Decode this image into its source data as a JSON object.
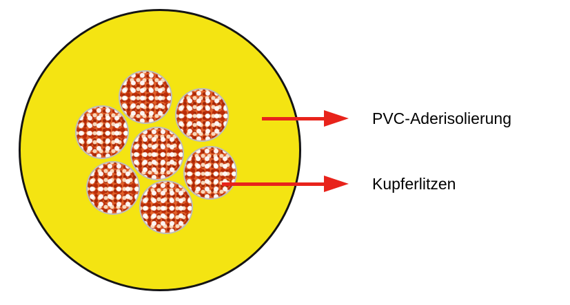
{
  "diagram": {
    "type": "wire-cross-section",
    "strand_count": 7,
    "annotations": [
      {
        "label": "PVC-Aderisolierung",
        "target": "pvc-insulation"
      },
      {
        "label": "Kupferlitzen",
        "target": "copper-strands"
      }
    ],
    "colors": {
      "insulation_yellow": "#f4e412",
      "copper_orange": "#e2602a",
      "arrow_red": "#e8231b",
      "outline_black": "#141414",
      "strand_ring_gray": "#bdbdbd"
    }
  }
}
